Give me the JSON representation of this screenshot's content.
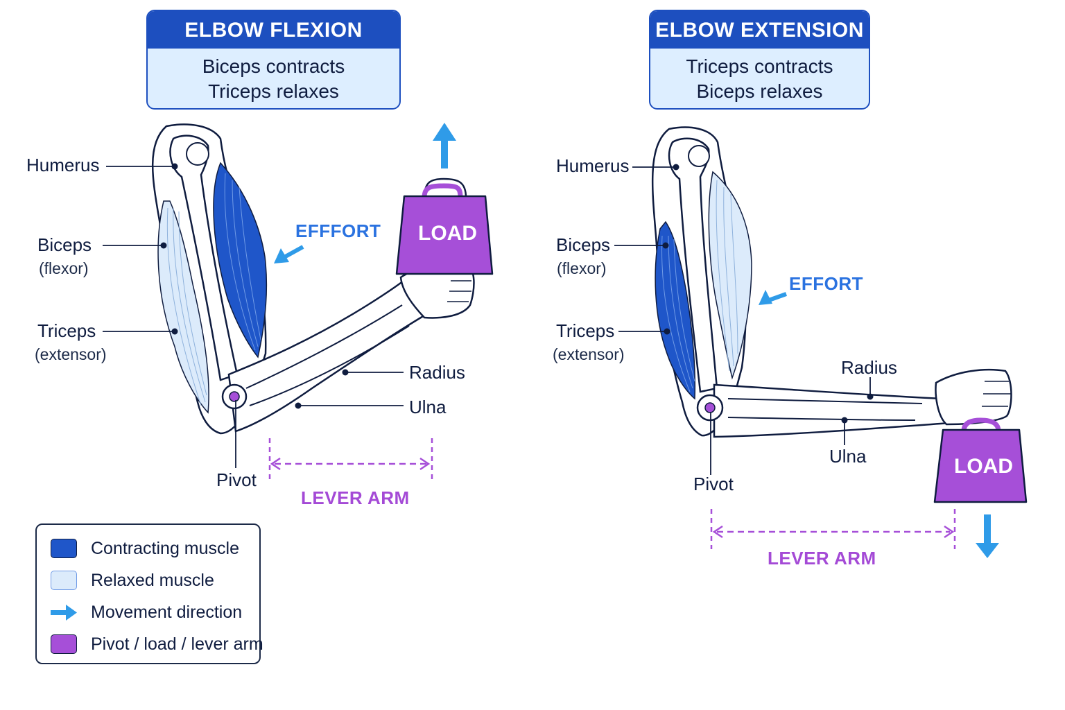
{
  "flexion": {
    "title": "ELBOW FLEXION",
    "line1": "Biceps contracts",
    "line2": "Triceps relaxes",
    "labels": {
      "humerus": "Humerus",
      "biceps": "Biceps",
      "biceps_sub": "(flexor)",
      "triceps": "Triceps",
      "triceps_sub": "(extensor)",
      "radius": "Radius",
      "ulna": "Ulna",
      "pivot": "Pivot",
      "effort": "EFFFORT",
      "load": "LOAD",
      "lever_arm": "LEVER ARM"
    }
  },
  "extension": {
    "title": "ELBOW EXTENSION",
    "line1": "Triceps contracts",
    "line2": "Biceps relaxes",
    "labels": {
      "humerus": "Humerus",
      "biceps": "Biceps",
      "biceps_sub": "(flexor)",
      "triceps": "Triceps",
      "triceps_sub": "(extensor)",
      "radius": "Radius",
      "ulna": "Ulna",
      "pivot": "Pivot",
      "effort": "EFFORT",
      "load": "LOAD",
      "lever_arm": "LEVER ARM"
    }
  },
  "legend": {
    "items": [
      {
        "label": "Contracting muscle",
        "icon": "contracting-muscle-swatch"
      },
      {
        "label": "Relaxed muscle",
        "icon": "relaxed-muscle-swatch"
      },
      {
        "label": "Movement direction",
        "icon": "arrow-right-icon"
      },
      {
        "label": "Pivot / load / lever arm",
        "icon": "pivot-load-swatch"
      }
    ]
  },
  "colors": {
    "contracting": "#1f56c9",
    "relaxed": "#dcebfb",
    "movement": "#2f9be8",
    "pivot_load": "#a64fd8",
    "header": "#1d4fbf"
  }
}
